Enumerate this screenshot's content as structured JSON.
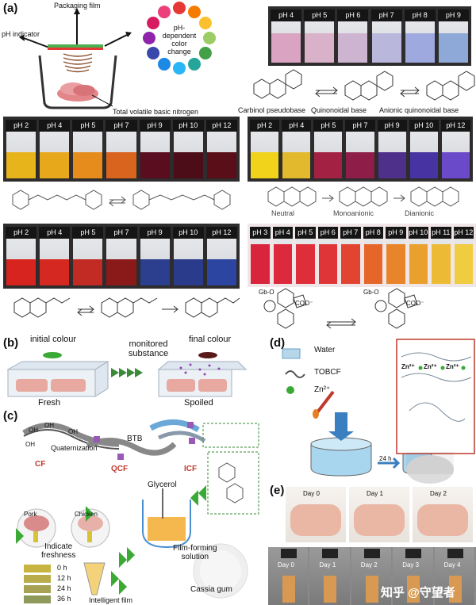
{
  "panel_a": {
    "label": "(a)",
    "packaging_film": "Packaging film",
    "ph_indicator": "pH indicator",
    "color_change": [
      "pH-",
      "dependent",
      "color",
      "change"
    ],
    "tvbn": "Total volatile basic nitrogen",
    "row1_ph": [
      "pH 4",
      "pH 5",
      "pH 6",
      "pH 7",
      "pH 8",
      "pH 9"
    ],
    "row1_colors": [
      "#d9a3c1",
      "#d9b1c8",
      "#cdb4d0",
      "#b9b7dc",
      "#9ea9e0",
      "#8ea8d8"
    ],
    "anthocyanin_forms": [
      "Carbinol pseudobase",
      "Quinonoidal base",
      "Anionic quinonoidal base"
    ],
    "row2_ph": [
      "pH 2",
      "pH 4",
      "pH 5",
      "pH 7",
      "pH 9",
      "pH 10",
      "pH 12"
    ],
    "row2_colors": [
      "#e8b41c",
      "#e8a81c",
      "#e68c1d",
      "#d8641e",
      "#5a0d1e",
      "#4c0c18",
      "#5a0f18"
    ],
    "row2r_ph": [
      "pH 2",
      "pH 4",
      "pH 5",
      "pH 7",
      "pH 9",
      "pH 10",
      "pH 12"
    ],
    "row2r_colors": [
      "#f1d31c",
      "#e2b82c",
      "#a32244",
      "#8e1d48",
      "#4e2f8a",
      "#4833a2",
      "#6a4ac8"
    ],
    "anthraquinone_forms": [
      "Neutral",
      "Monoanionic",
      "Dianionic"
    ],
    "row3_ph": [
      "pH 2",
      "pH 4",
      "pH 5",
      "pH 7",
      "pH 9",
      "pH 10",
      "pH 12"
    ],
    "row3_colors": [
      "#d8241f",
      "#d42820",
      "#c22a24",
      "#8a1a1a",
      "#2c3e8e",
      "#2a3b8c",
      "#2c45a0"
    ],
    "row3r_ph": [
      "pH 3",
      "pH 4",
      "pH 5",
      "pH 6",
      "pH 7",
      "pH 8",
      "pH 9",
      "pH 10",
      "pH 11",
      "pH 12"
    ],
    "row3r_colors": [
      "#d8253c",
      "#dc2a3c",
      "#de2e3a",
      "#e03538",
      "#e24432",
      "#e6662a",
      "#e8842a",
      "#eaa02c",
      "#ecba34",
      "#f0cc40"
    ],
    "struct_labels": [
      "Gb-O",
      "Gb-O",
      "OH",
      "O",
      "COO⁻",
      "COO⁻"
    ]
  },
  "panel_b": {
    "label": "(b)",
    "initial": "initial colour",
    "final": "final colour",
    "monitored": [
      "monitored",
      "substance"
    ],
    "fresh": "Fresh",
    "spoiled": "Spoiled"
  },
  "panel_c": {
    "label": "(c)",
    "quaternization": "Quaternization",
    "btb": "BTB",
    "qcf": "QCF",
    "icf": "ICF",
    "cf": "CF",
    "oh": "OH",
    "pork": "Pork",
    "chicken": "Chicken",
    "glycerol": "Glycerol",
    "indicate": [
      "Indicate",
      "freshness"
    ],
    "times": [
      "0 h",
      "12 h",
      "24 h",
      "36 h"
    ],
    "swatch_colors": [
      "#c8b441",
      "#b9ac4a",
      "#a7a253",
      "#8e9a5c"
    ],
    "film_forming": [
      "Film-forming",
      "solution"
    ],
    "cassia": "Cassia gum",
    "intelligent": "Intelligent film"
  },
  "panel_d": {
    "label": "(d)",
    "water": "Water",
    "tobcf": "TOBCF",
    "zn": "Zn²⁺",
    "time": "24 h",
    "zn_marks": [
      "Zn²⁺",
      "Zn²⁺",
      "Zn²⁺"
    ]
  },
  "panel_e": {
    "label": "(e)",
    "days_top": [
      "Day 0",
      "Day 1",
      "Day 2"
    ],
    "days_bottom": [
      "Day 0",
      "Day 1",
      "Day 2",
      "Day 3",
      "Day 4"
    ],
    "watermark": "知乎 @守望者"
  },
  "palette_colors": [
    "#e53935",
    "#f57c00",
    "#fbc02d",
    "#9ccc65",
    "#43a047",
    "#26a69a",
    "#29b6f6",
    "#1e88e5",
    "#3949ab",
    "#8e24aa",
    "#d81b60",
    "#ec407a"
  ]
}
